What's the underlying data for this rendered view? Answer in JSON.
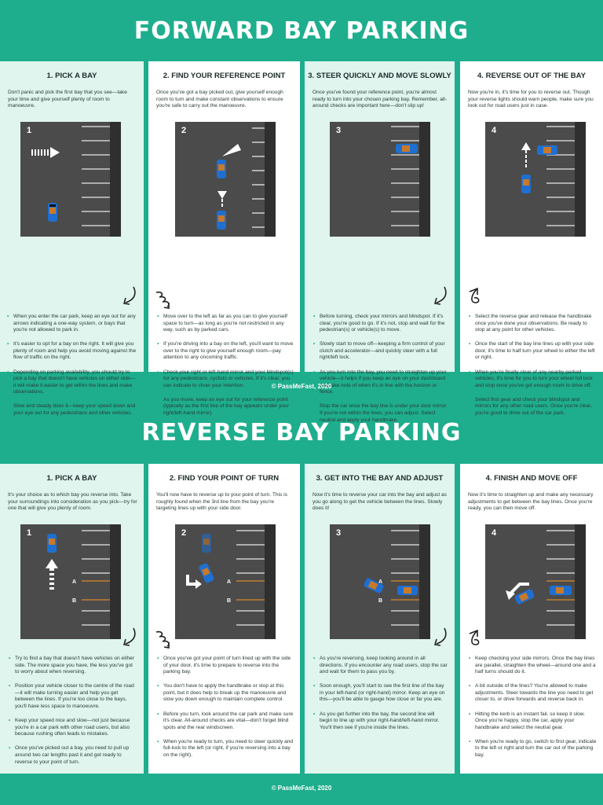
{
  "forward": {
    "title": "FORWARD BAY PARKING",
    "footer": "© PassMeFast, 2020",
    "panels": [
      {
        "title": "1. PICK A BAY",
        "intro": "Don't panic and pick the first bay that you see—take your time and give yourself plenty of room to manoeuvre.",
        "step": "1",
        "bullets": [
          "When you enter the car park, keep an eye out for any arrows indicating a one-way system, or bays that you're not allowed to park in.",
          "It's easier to opt for a bay on the right. It will give you plenty of room and help you avoid moving against the flow of traffic on the right.",
          "Depending on parking availability, you should try to pick a bay that doesn't have vehicles on either side—it will make it easier to get within the lines and make observations.",
          "Slow and steady does it—keep your speed down and your eye out for any pedestrians and other vehicles."
        ]
      },
      {
        "title": "2. FIND YOUR REFERENCE POINT",
        "intro": "Once you've got a bay picked out, give yourself enough room to turn and make constant observations to ensure you're safe to carry out the manoeuvre.",
        "step": "2",
        "bullets": [
          "Move over to the left as far as you can to give yourself space to turn—as long as you're not restricted in any way, such as by parked cars.",
          "If you're driving into a bay on the left, you'll want to move over to the right to give yourself enough room—pay attention to any oncoming traffic.",
          "Check your right or left-hand mirror and your blindspot(s) for any pedestrians, cyclists or vehicles. If it's clear, you can indicate to show your intention.",
          "As you move, keep an eye out for your reference point (typically as the first line of the bay appears under your right/left-hand mirror)."
        ]
      },
      {
        "title": "3. STEER QUICKLY AND MOVE SLOWLY",
        "intro": "Once you've found your reference point, you're almost ready to turn into your chosen parking bay. Remember, all-around checks are important here—don't slip up!",
        "step": "3",
        "bullets": [
          "Before turning, check your mirrors and blindspot. If it's clear, you're good to go. If it's not, stop and wait for the pedestrian(s) or vehicle(s) to move.",
          "Slowly start to move off—keeping a firm control of your clutch and accelerator—and quickly steer with a full right/left lock.",
          "As you turn into the bay, you need to straighten up your vehicle—it helps if you keep an eye on your dashboard and take note of when it's in line with the horizon or fence.",
          "Stop the car once the bay line is under your door mirror. If you're not within the lines, you can adjust. Select neutral and apply your handbrake."
        ]
      },
      {
        "title": "4. REVERSE OUT OF THE BAY",
        "intro": "Now you're in, it's time for you to reverse out. Though your reverse lights should warn people, make sure you look out for road users just in case.",
        "step": "4",
        "bullets": [
          "Select the reverse gear and release the handbrake once you've done your observations. Be ready to stop at any point for other vehicles.",
          "Once the start of the bay line lines up with your side door, it's time to half turn your wheel to either the left or right.",
          "When you're finally clear of any nearby parked vehicles, it's time for you to turn your wheel full lock and stop once you've got enough room to drive off.",
          "Select first gear and check your blindspot and mirrors for any other road users. Once you're clear, you're good to drive out of the car park."
        ]
      }
    ]
  },
  "reverse": {
    "title": "REVERSE BAY PARKING",
    "footer": "© PassMeFast, 2020",
    "panels": [
      {
        "title": "1. PICK A BAY",
        "intro": "It's your choice as to which bay you reverse into. Take your surroundings into consideration as you pick—try for one that will give you plenty of room.",
        "step": "1",
        "bullets": [
          "Try to find a bay that doesn't have vehicles on either side. The more space you have, the less you've got to worry about when reversing.",
          "Position your vehicle closer to the centre of the road—it will make turning easier and help you get between the lines. If you're too close to the bays, you'll have less space to manoeuvre.",
          "Keep your speed nice and slow—not just because you're in a car park with other road users, but also because rushing often leads to mistakes.",
          "Once you've picked out a bay, you need to pull up around two car lengths past it and get ready to reverse to your point of turn."
        ]
      },
      {
        "title": "2. FIND YOUR POINT OF TURN",
        "intro": "You'll now have to reverse up to your point of turn. This is roughly found when the 3rd line from the bay you're targeting lines up with your side door.",
        "step": "2",
        "bullets": [
          "Once you've got your point of turn lined up with the side of your door, it's time to prepare to reverse into the parking bay.",
          "You don't have to apply the handbrake or stop at this point, but it does help to break up the manoeuvre and slow you down enough to maintain complete control.",
          "Before you turn, look around the car park and make sure it's clear. All-around checks are vital—don't forget blind spots and the rear windscreen.",
          "When you're ready to turn, you need to steer quickly and full-lock to the left (or right, if you're reversing into a bay on the right)."
        ]
      },
      {
        "title": "3. GET INTO THE BAY AND ADJUST",
        "intro": "Now it's time to reverse your car into the bay and adjust as you go along to get the vehicle between the lines. Slowly does it!",
        "step": "3",
        "bullets": [
          "As you're reversing, keep looking around in all directions. If you encounter any road users, stop the car and wait for them to pass you by.",
          "Soon enough, you'll start to see the first line of the bay in your left-hand (or right-hand) mirror. Keep an eye on this—you'll be able to gauge how close or far you are.",
          "As you get further into the bay, the second line will begin to line up with your right-hand/left-hand mirror. You'll then see if you're inside the lines."
        ]
      },
      {
        "title": "4. FINISH AND MOVE OFF",
        "intro": "Now it's time to straighten up and make any necessary adjustments to get between the bay lines. Once you're ready, you can then move off.",
        "step": "4",
        "bullets": [
          "Keep checking your side mirrors. Once the bay lines are parallel, straighten the wheel—around one and a half turns should do it.",
          "A bit outside of the lines? You're allowed to make adjustments. Steer towards the line you need to get closer to, or drive forwards and reverse back in.",
          "Hitting the kerb is an instant fail, so keep it slow. Once you're happy, stop the car, apply your handbrake and select the neutral gear.",
          "When you're ready to go, switch to first gear, indicate to the left or right and turn the car out of the parking bay."
        ]
      }
    ],
    "bay_labels": [
      "A",
      "B"
    ]
  },
  "colors": {
    "brand": "#1eae8d",
    "panel_light": "#dff5ee",
    "tarmac": "#4b4b4b",
    "car": "#1f6fd1",
    "bay_line_orange": "#d9892b"
  }
}
